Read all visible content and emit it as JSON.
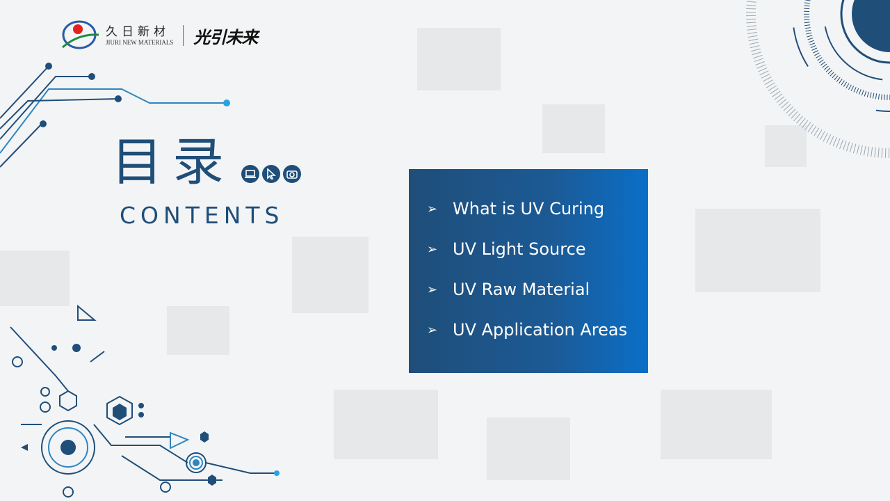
{
  "logo": {
    "company_cn": "久日新材",
    "company_en": "JIURI NEW MATERIALS",
    "slogan": "光引未来"
  },
  "title": "目录",
  "subtitle": "CONTENTS",
  "title_icons": [
    "laptop-icon",
    "cursor-icon",
    "camera-icon"
  ],
  "contents": [
    {
      "label": "What is UV Curing"
    },
    {
      "label": "UV Light Source"
    },
    {
      "label": "UV Raw Material"
    },
    {
      "label": "UV Application Areas"
    }
  ],
  "colors": {
    "primary": "#1f4e79",
    "accent": "#0a6fc8"
  }
}
